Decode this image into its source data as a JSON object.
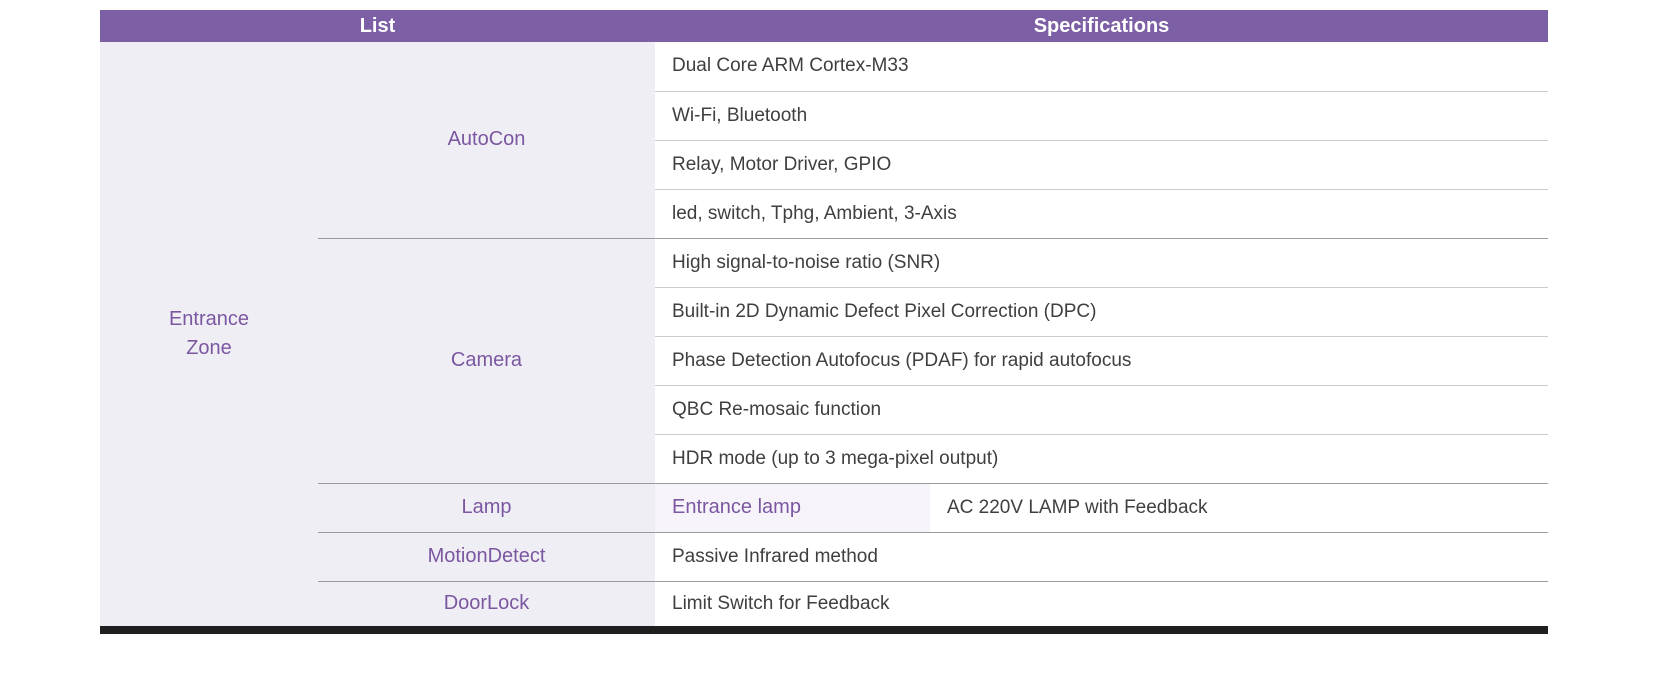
{
  "colors": {
    "header_bg": "#7d5fa6",
    "header_text": "#ffffff",
    "accent_text": "#7a57a0",
    "left_column_bg": "#f0eef5",
    "sub_cell_bg": "#f6f4fa",
    "spec_text": "#3f3f3f",
    "row_line": "#c9ccd0",
    "group_line": "#9b9b9b",
    "bottom_bar": "#1f1f1f"
  },
  "header": {
    "list": "List",
    "specifications": "Specifications"
  },
  "zone": {
    "label": "Entrance\nZone"
  },
  "groups": [
    {
      "name": "AutoCon",
      "specs": [
        "Dual Core ARM Cortex-M33",
        "Wi-Fi, Bluetooth",
        "Relay, Motor Driver, GPIO",
        "led, switch, Tphg, Ambient, 3-Axis"
      ]
    },
    {
      "name": "Camera",
      "specs": [
        "High signal-to-noise ratio (SNR)",
        "Built-in 2D Dynamic Defect Pixel Correction (DPC)",
        "Phase Detection Autofocus (PDAF) for rapid autofocus",
        "QBC Re-mosaic function",
        "HDR mode (up to 3 mega-pixel output)"
      ]
    },
    {
      "name": "Lamp",
      "sub_label": "Entrance lamp",
      "spec": "AC 220V LAMP with Feedback"
    },
    {
      "name": "MotionDetect",
      "specs": [
        "Passive Infrared method"
      ]
    },
    {
      "name": "DoorLock",
      "specs": [
        "Limit Switch for Feedback"
      ]
    }
  ]
}
